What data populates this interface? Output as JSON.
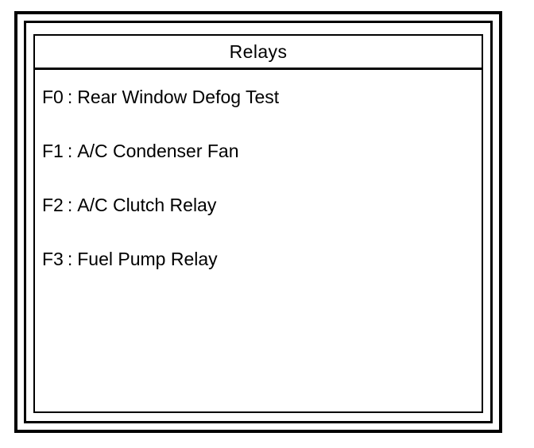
{
  "window": {
    "frame_style": "triple-bezel",
    "background_color": "#ffffff",
    "line_color": "#000000"
  },
  "panel": {
    "title": "Relays",
    "separator": ":"
  },
  "relays": [
    {
      "code": "F0",
      "label": "Rear Window Defog Test"
    },
    {
      "code": "F1",
      "label": "A/C Condenser Fan"
    },
    {
      "code": "F2",
      "label": "A/C Clutch Relay"
    },
    {
      "code": "F3",
      "label": "Fuel Pump Relay"
    }
  ]
}
